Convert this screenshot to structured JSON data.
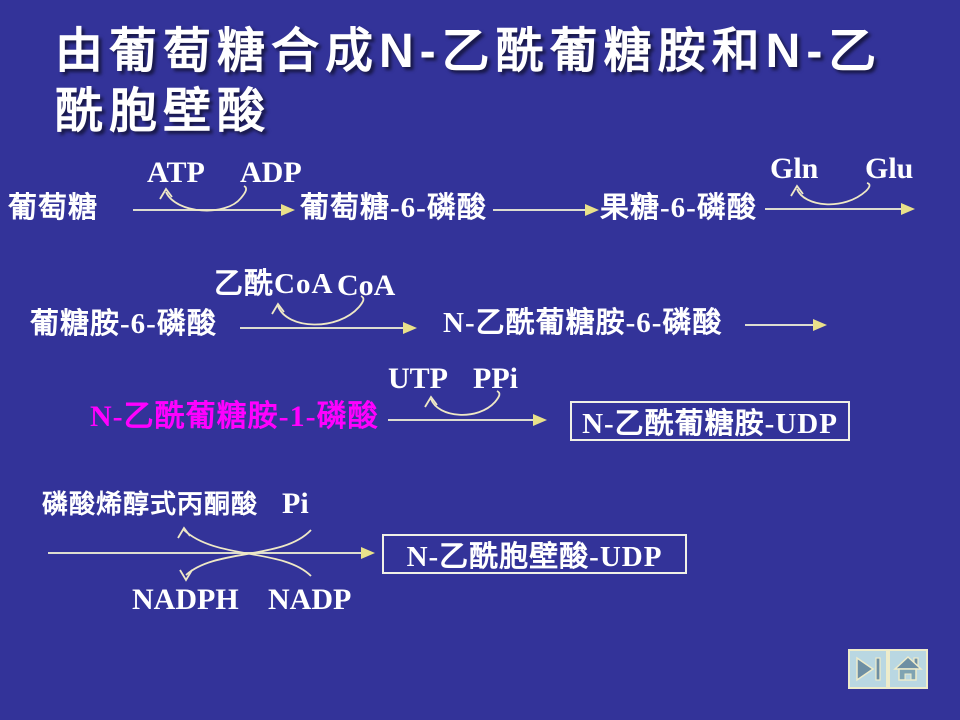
{
  "title": {
    "line1": "由葡萄糖合成N-乙酰葡糖胺和N-乙",
    "line2": "酰胞壁酸"
  },
  "labels": {
    "glucose": "葡萄糖",
    "atp": "ATP",
    "adp": "ADP",
    "glucose6p": "葡萄糖-6-磷酸",
    "fructose6p": "果糖-6-磷酸",
    "gln": "Gln",
    "glu": "Glu",
    "acetyl_coa": "乙酰CoA",
    "coa": "CoA",
    "glucosamine6p": "葡糖胺-6-磷酸",
    "nacetylglucosamine6p": "N-乙酰葡糖胺-6-磷酸",
    "utp": "UTP",
    "ppi": "PPi",
    "nacetylglucosamine1p": "N-乙酰葡糖胺-1-磷酸",
    "nacetylglucosamine_udp": "N-乙酰葡糖胺-UDP",
    "pep": "磷酸烯醇式丙酮酸",
    "pi": "Pi",
    "nadph": "NADPH",
    "nadp": "NADP",
    "nacetylmuramic_udp": "N-乙酰胞壁酸-UDP"
  },
  "icons": {
    "next": "next-slide-icon",
    "home": "home-icon"
  },
  "colors": {
    "background": "#333399",
    "text": "#ffffff",
    "highlight_text": "#ff00ff",
    "arrow_line": "#ddddd0",
    "arrow_head": "#e9e18a",
    "cofactor_arc": "#efe9c6",
    "box_border": "#f0f0e6",
    "nav_panel_bg": "#b9d7e2",
    "nav_border": "#eeeccb",
    "nav_icon": "#6e8fa3"
  }
}
